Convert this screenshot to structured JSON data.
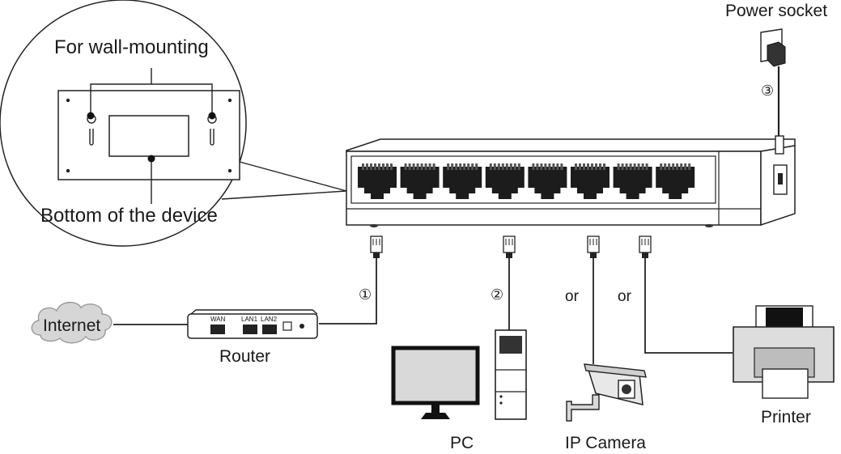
{
  "labels": {
    "power_socket": "Power socket",
    "wall_mounting": "For wall-mounting",
    "bottom_of_device": "Bottom of the device",
    "internet": "Internet",
    "router": "Router",
    "pc": "PC",
    "ip_camera": "IP Camera",
    "printer": "Printer",
    "or_camera": "or",
    "or_printer": "or"
  },
  "router_ports": [
    "WAN",
    "LAN1",
    "LAN2"
  ],
  "steps": [
    "①",
    "②",
    "③"
  ],
  "switch_port_count": 8
}
